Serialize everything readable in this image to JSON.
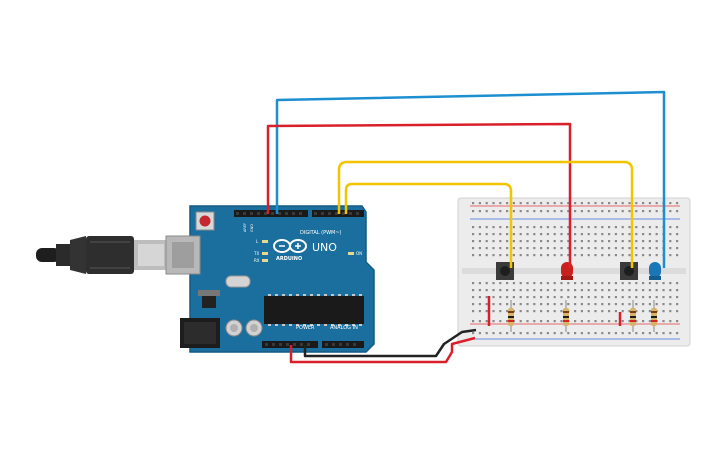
{
  "board": {
    "brand": "ARDUINO",
    "model": "UNO",
    "digital_label": "DIGITAL (PWM~)",
    "power_label": "POWER",
    "analog_label": "ANALOG IN",
    "on_label": "ON",
    "tx_label": "TX",
    "rx_label": "RX",
    "l_label": "L",
    "aref_label": "AREF",
    "gnd_label": "GND"
  },
  "colors": {
    "board": "#1b6f9e",
    "wire_red": "#d9202a",
    "wire_blue": "#1d8fd1",
    "wire_yellow": "#f2c500",
    "wire_black": "#222222",
    "breadboard": "#ececec",
    "led_red": "#c8201e",
    "led_blue": "#1976b8"
  },
  "icons": {
    "usb_plug": "usb-cable-icon",
    "barrel_jack": "dc-jack-icon",
    "reset": "reset-button-icon"
  }
}
